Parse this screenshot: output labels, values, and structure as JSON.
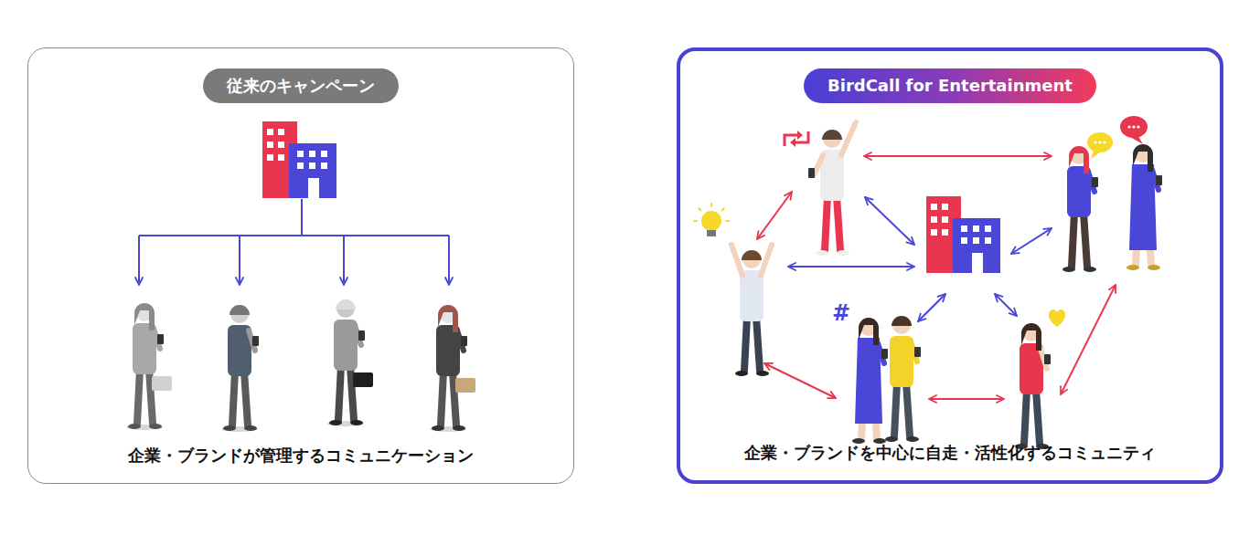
{
  "diagram": {
    "nodes": [
      {
        "text": [
          "企業・ブランドが管理するコミュニケーション"
        ]
      },
      {
        "text": [
          "従来のキャンペーン"
        ],
        "in": 0
      },
      {
        "text": [
          "企業・ブランドを中心に自走・活性化するコミュニティ"
        ]
      },
      {
        "text": [
          "BirdCall for Entertainment"
        ],
        "in": 2
      }
    ],
    "labels": [
      "#"
    ]
  }
}
